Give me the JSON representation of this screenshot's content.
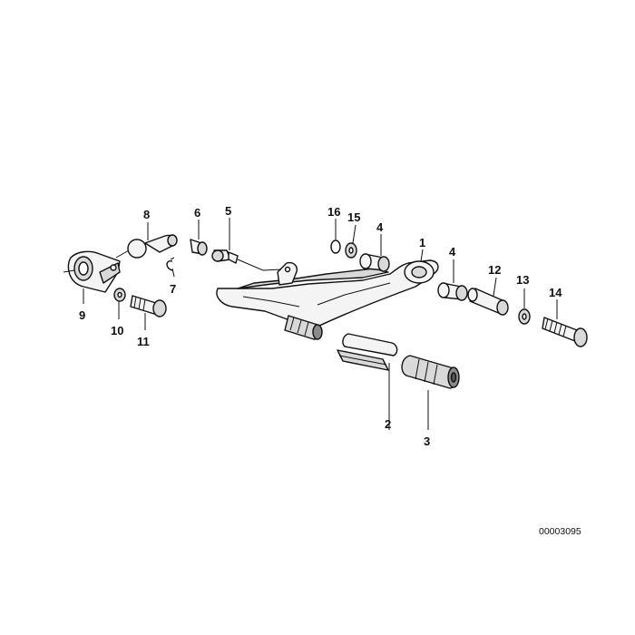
{
  "diagram": {
    "drawing_number": "00003095",
    "callouts": [
      {
        "id": "c1",
        "label": "1"
      },
      {
        "id": "c2",
        "label": "2"
      },
      {
        "id": "c3",
        "label": "3"
      },
      {
        "id": "c4a",
        "label": "4"
      },
      {
        "id": "c4b",
        "label": "4"
      },
      {
        "id": "c5",
        "label": "5"
      },
      {
        "id": "c6",
        "label": "6"
      },
      {
        "id": "c7",
        "label": "7"
      },
      {
        "id": "c8",
        "label": "8"
      },
      {
        "id": "c9",
        "label": "9"
      },
      {
        "id": "c10",
        "label": "10"
      },
      {
        "id": "c11",
        "label": "11"
      },
      {
        "id": "c12",
        "label": "12"
      },
      {
        "id": "c13",
        "label": "13"
      },
      {
        "id": "c14",
        "label": "14"
      },
      {
        "id": "c15",
        "label": "15"
      },
      {
        "id": "c16",
        "label": "16"
      }
    ]
  }
}
